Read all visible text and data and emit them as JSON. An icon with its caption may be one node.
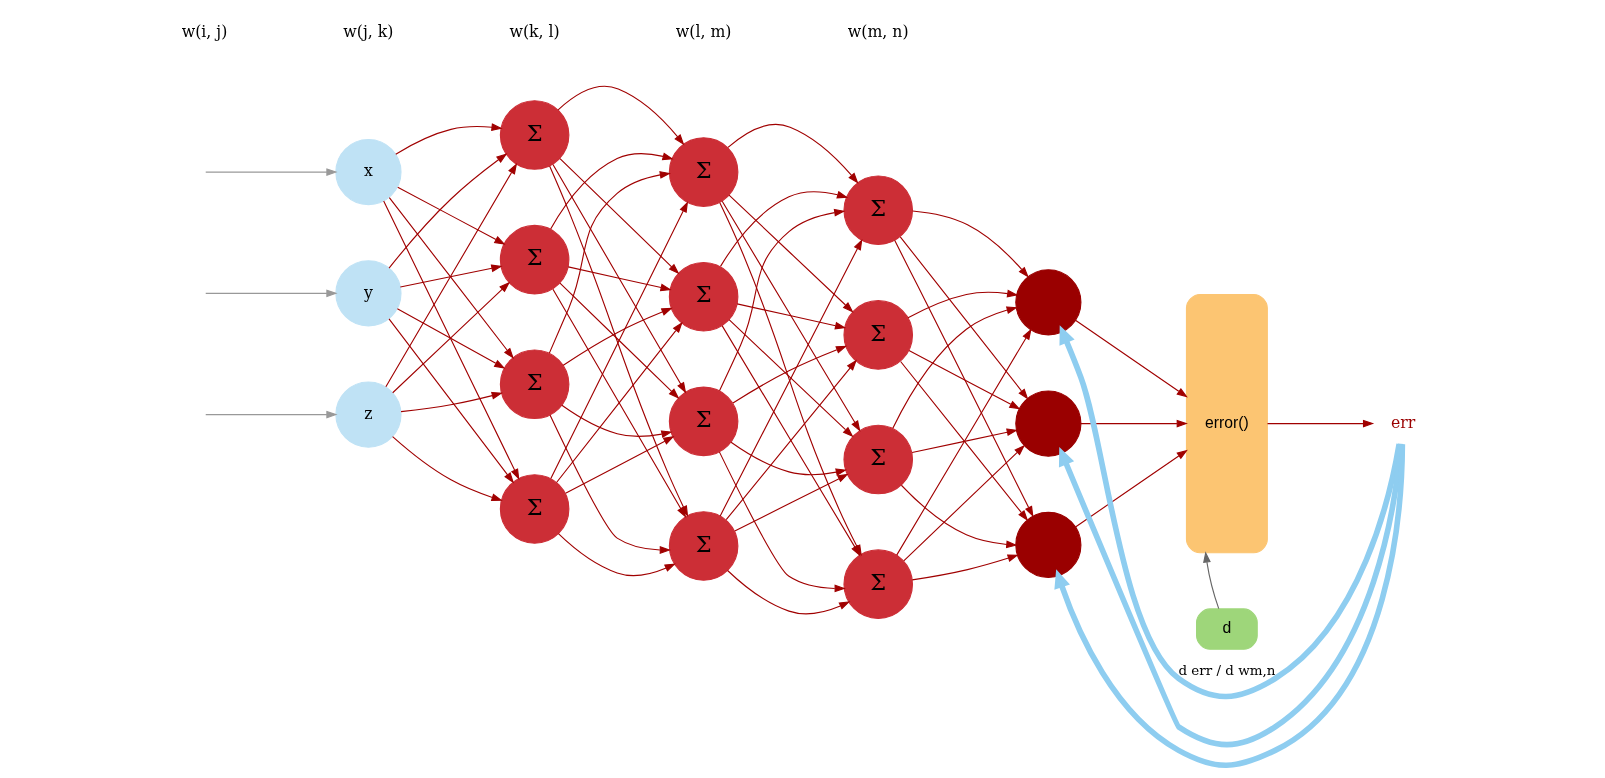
{
  "diagram": {
    "nodes": [
      {
        "text": [
          "x"
        ]
      },
      {
        "text": [
          "y"
        ]
      },
      {
        "text": [
          "z"
        ]
      },
      {
        "text": [
          "Σ"
        ]
      },
      {
        "text": [
          "Σ"
        ]
      },
      {
        "text": [
          "Σ"
        ]
      },
      {
        "text": [
          "Σ"
        ]
      },
      {
        "text": [
          "Σ"
        ]
      },
      {
        "text": [
          "Σ"
        ]
      },
      {
        "text": [
          "Σ"
        ]
      },
      {
        "text": [
          "Σ"
        ]
      },
      {
        "text": [
          "Σ"
        ]
      },
      {
        "text": [
          "Σ"
        ]
      },
      {
        "text": [
          "Σ"
        ]
      },
      {
        "text": [
          "Σ"
        ]
      },
      {
        "text": [],
        "shape": "circle"
      },
      {
        "text": [],
        "shape": "circle"
      },
      {
        "text": [],
        "shape": "circle"
      },
      {
        "text": [
          "error()"
        ]
      },
      {
        "text": [
          "err"
        ]
      },
      {
        "text": [
          "d"
        ]
      }
    ],
    "edges": [
      {
        "from": null,
        "to": 0,
        "arrow": "to",
        "color": "#999999"
      },
      {
        "from": null,
        "to": 1,
        "arrow": "to",
        "color": "#999999"
      },
      {
        "from": null,
        "to": 2,
        "arrow": "to",
        "color": "#999999"
      },
      {
        "from": 0,
        "to": 3,
        "arrow": "to"
      },
      {
        "from": 0,
        "to": 4,
        "arrow": "to"
      },
      {
        "from": 0,
        "to": 5,
        "arrow": "to"
      },
      {
        "from": 0,
        "to": 6,
        "arrow": "to"
      },
      {
        "from": 1,
        "to": 3,
        "arrow": "to"
      },
      {
        "from": 1,
        "to": 4,
        "arrow": "to"
      },
      {
        "from": 1,
        "to": 5,
        "arrow": "to"
      },
      {
        "from": 1,
        "to": 6,
        "arrow": "to"
      },
      {
        "from": 2,
        "to": 3,
        "arrow": "to"
      },
      {
        "from": 2,
        "to": 4,
        "arrow": "to"
      },
      {
        "from": 2,
        "to": 5,
        "arrow": "to"
      },
      {
        "from": 2,
        "to": 6,
        "arrow": "to"
      },
      {
        "from": 3,
        "to": 7,
        "arrow": "to"
      },
      {
        "from": 3,
        "to": 8,
        "arrow": "to"
      },
      {
        "from": 3,
        "to": 9,
        "arrow": "to"
      },
      {
        "from": 3,
        "to": 10,
        "arrow": "to"
      },
      {
        "from": 4,
        "to": 7,
        "arrow": "to"
      },
      {
        "from": 4,
        "to": 8,
        "arrow": "to"
      },
      {
        "from": 4,
        "to": 9,
        "arrow": "to"
      },
      {
        "from": 4,
        "to": 10,
        "arrow": "to"
      },
      {
        "from": 5,
        "to": 7,
        "arrow": "to"
      },
      {
        "from": 5,
        "to": 8,
        "arrow": "to"
      },
      {
        "from": 5,
        "to": 9,
        "arrow": "to"
      },
      {
        "from": 5,
        "to": 10,
        "arrow": "to"
      },
      {
        "from": 6,
        "to": 7,
        "arrow": "to"
      },
      {
        "from": 6,
        "to": 8,
        "arrow": "to"
      },
      {
        "from": 6,
        "to": 9,
        "arrow": "to"
      },
      {
        "from": 6,
        "to": 10,
        "arrow": "to"
      },
      {
        "from": 7,
        "to": 11,
        "arrow": "to"
      },
      {
        "from": 7,
        "to": 12,
        "arrow": "to"
      },
      {
        "from": 7,
        "to": 13,
        "arrow": "to"
      },
      {
        "from": 7,
        "to": 14,
        "arrow": "to"
      },
      {
        "from": 8,
        "to": 11,
        "arrow": "to"
      },
      {
        "from": 8,
        "to": 12,
        "arrow": "to"
      },
      {
        "from": 8,
        "to": 13,
        "arrow": "to"
      },
      {
        "from": 8,
        "to": 14,
        "arrow": "to"
      },
      {
        "from": 9,
        "to": 11,
        "arrow": "to"
      },
      {
        "from": 9,
        "to": 12,
        "arrow": "to"
      },
      {
        "from": 9,
        "to": 13,
        "arrow": "to"
      },
      {
        "from": 9,
        "to": 14,
        "arrow": "to"
      },
      {
        "from": 10,
        "to": 11,
        "arrow": "to"
      },
      {
        "from": 10,
        "to": 12,
        "arrow": "to"
      },
      {
        "from": 10,
        "to": 13,
        "arrow": "to"
      },
      {
        "from": 10,
        "to": 14,
        "arrow": "to"
      },
      {
        "from": 11,
        "to": 15,
        "arrow": "to"
      },
      {
        "from": 11,
        "to": 16,
        "arrow": "to"
      },
      {
        "from": 11,
        "to": 17,
        "arrow": "to"
      },
      {
        "from": 12,
        "to": 15,
        "arrow": "to"
      },
      {
        "from": 12,
        "to": 16,
        "arrow": "to"
      },
      {
        "from": 12,
        "to": 17,
        "arrow": "to"
      },
      {
        "from": 13,
        "to": 15,
        "arrow": "to"
      },
      {
        "from": 13,
        "to": 16,
        "arrow": "to"
      },
      {
        "from": 13,
        "to": 17,
        "arrow": "to"
      },
      {
        "from": 14,
        "to": 15,
        "arrow": "to"
      },
      {
        "from": 14,
        "to": 16,
        "arrow": "to"
      },
      {
        "from": 14,
        "to": 17,
        "arrow": "to"
      },
      {
        "from": 15,
        "to": 18,
        "arrow": "to"
      },
      {
        "from": 16,
        "to": 18,
        "arrow": "to"
      },
      {
        "from": 17,
        "to": 18,
        "arrow": "to"
      },
      {
        "from": 18,
        "to": 19,
        "arrow": "to"
      },
      {
        "from": 20,
        "to": 18,
        "arrow": "to",
        "color": "#666666"
      },
      {
        "from": 19,
        "to": 15,
        "arrow": "to",
        "style": "thick",
        "color": "#8ecdf0",
        "label": "d err / d wm,n"
      },
      {
        "from": 19,
        "to": 16,
        "arrow": "to",
        "style": "thick",
        "color": "#8ecdf0"
      },
      {
        "from": 19,
        "to": 17,
        "arrow": "to",
        "style": "thick",
        "color": "#8ecdf0"
      }
    ],
    "labels": [
      "w(i, j)",
      "w(j, k)",
      "w(k, l)",
      "w(l, m)",
      "w(m, n)"
    ]
  }
}
